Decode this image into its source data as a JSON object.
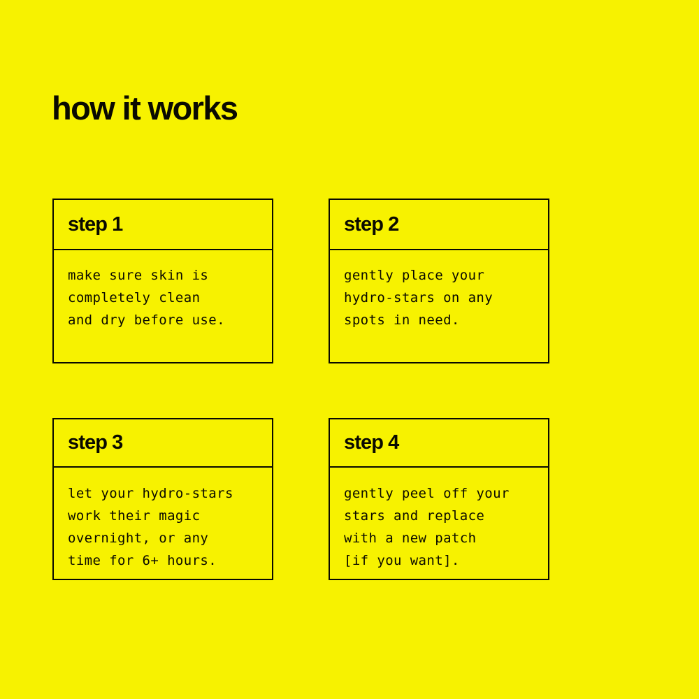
{
  "theme": {
    "background_color": "#f7f200",
    "ink_color": "#0a0a00",
    "border_color": "#0a0a00"
  },
  "header": {
    "title": "how it works"
  },
  "steps": [
    {
      "title": "step 1",
      "lines": [
        "make sure skin is",
        "completely clean",
        "and dry before use."
      ]
    },
    {
      "title": "step 2",
      "lines": [
        "gently place your",
        "hydro-stars on any",
        "spots in need."
      ]
    },
    {
      "title": "step 3",
      "lines": [
        "let your hydro-stars",
        "work their magic",
        "overnight, or any",
        "time for 6+ hours."
      ]
    },
    {
      "title": "step 4",
      "lines": [
        "gently peel off your",
        "stars and replace",
        "with a new patch",
        "[if you want]."
      ]
    }
  ]
}
